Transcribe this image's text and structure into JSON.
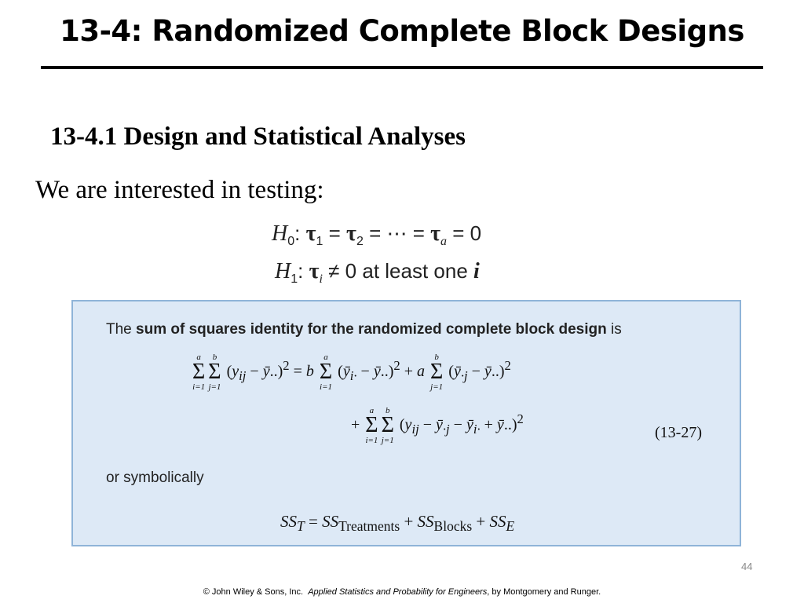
{
  "slide": {
    "title": "13-4: Randomized Complete Block Designs",
    "section_heading": "13-4.1 Design and Statistical Analyses",
    "intro": "We are interested in testing:",
    "hypotheses": {
      "h0": "H₀: τ₁ = τ₂ = ⋯ = τₐ = 0",
      "h1_text": "at least one"
    },
    "box": {
      "intro_pre": "The ",
      "intro_bold": "sum of squares identity for the randomized complete block design",
      "intro_post": " is",
      "equation_number": "(13-27)",
      "or_symbolically": "or symbolically"
    },
    "page_number": "44",
    "footer": {
      "copyright": "© John Wiley & Sons, Inc.",
      "book": "Applied Statistics and Probability for Engineers",
      "authors": ", by Montgomery and Runger."
    }
  },
  "colors": {
    "box_bg": "#dde9f6",
    "box_border": "#8fb4d8"
  }
}
